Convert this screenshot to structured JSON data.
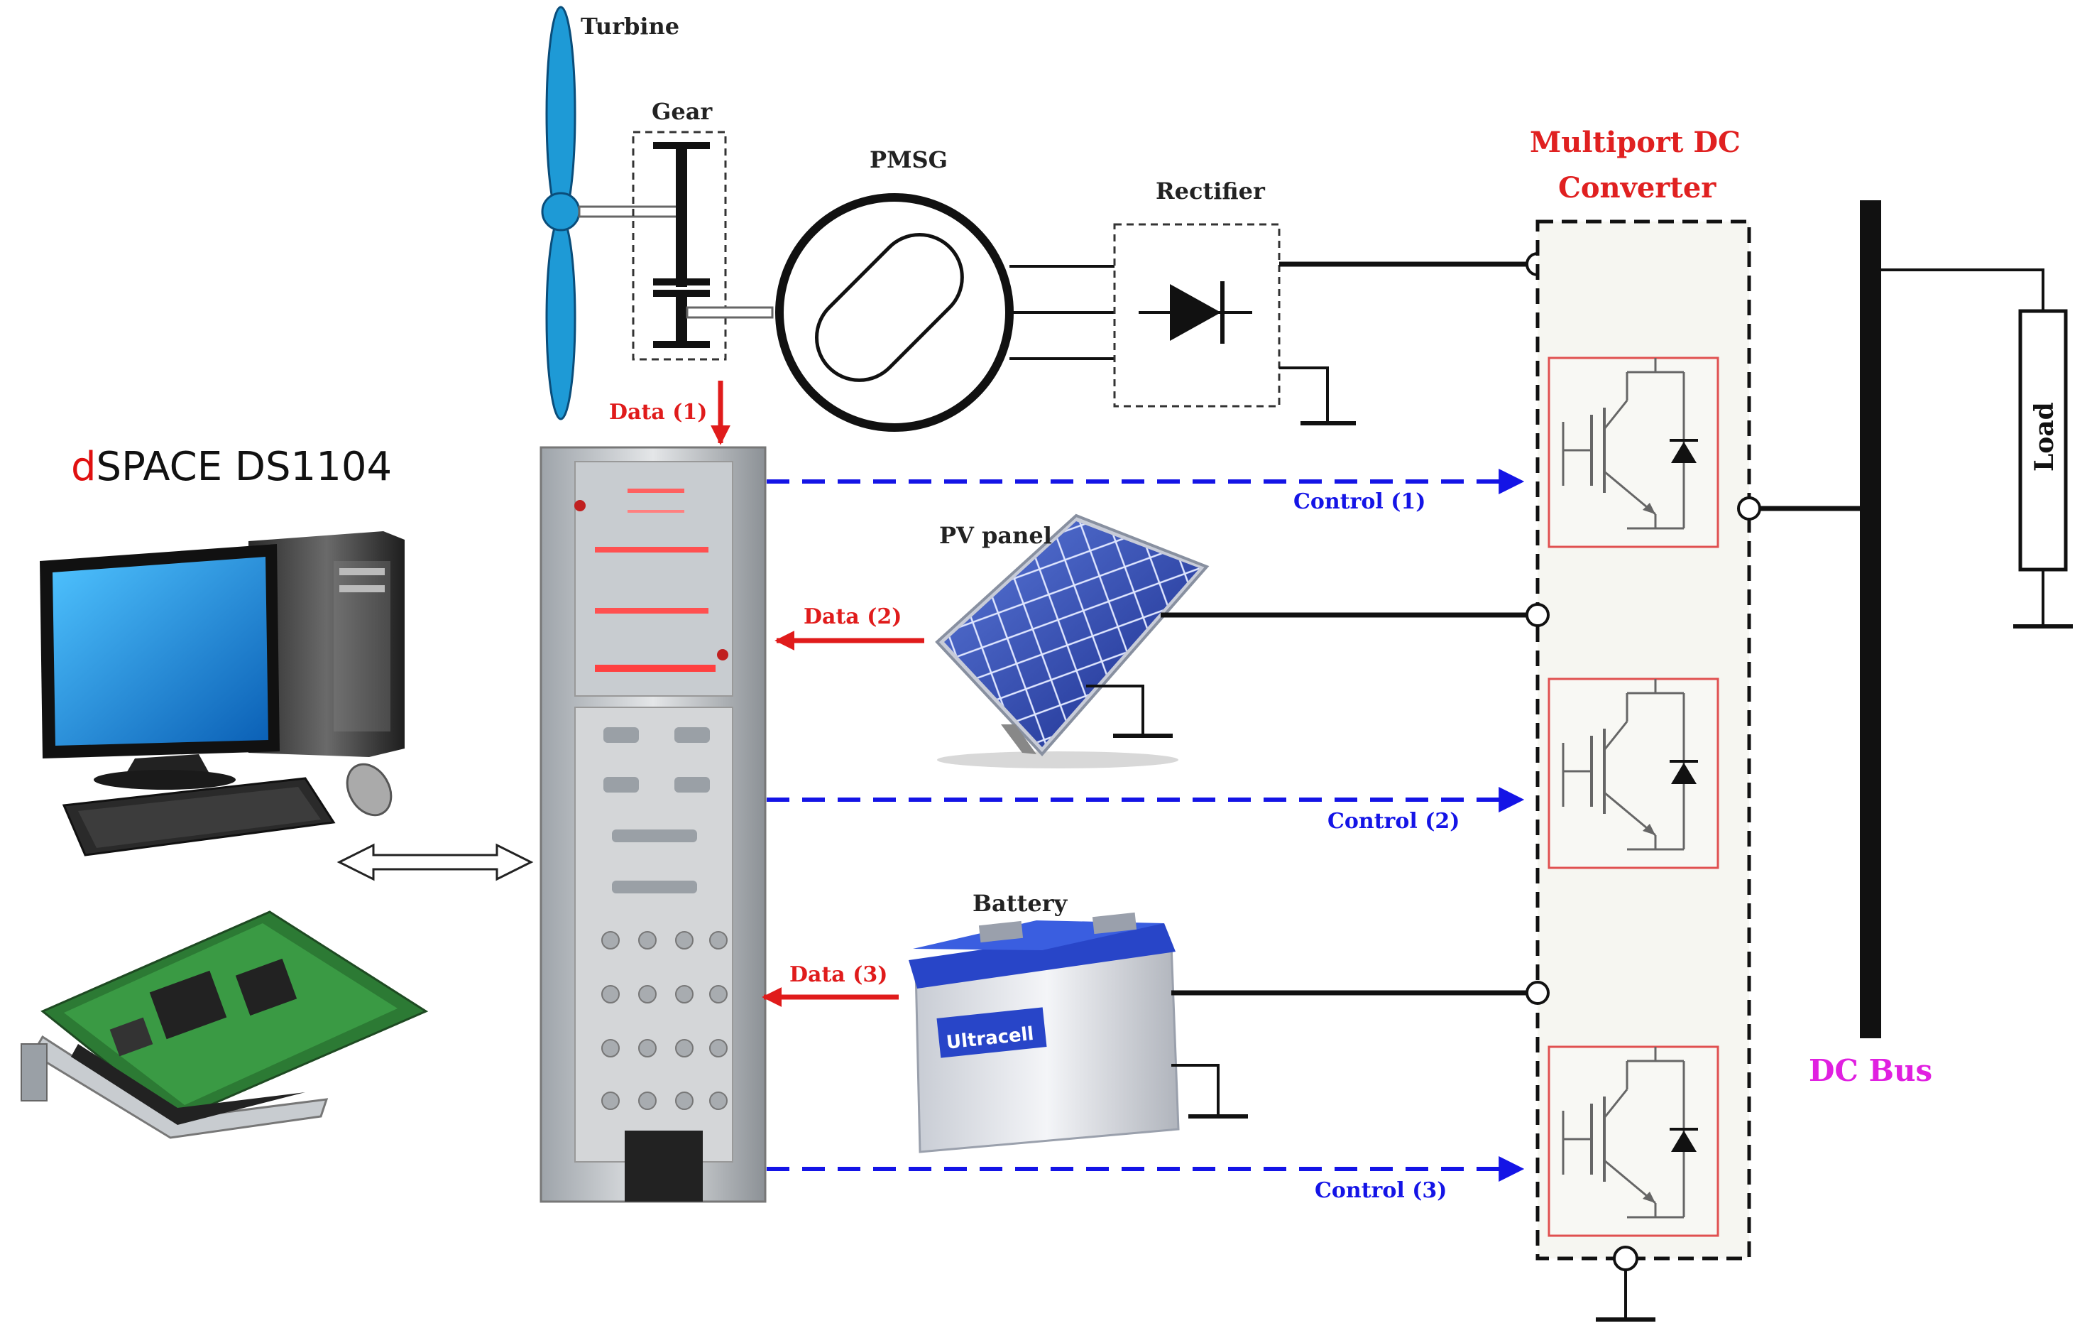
{
  "labels": {
    "turbine": "Turbine",
    "gear": "Gear",
    "pmsg": "PMSG",
    "rectifier": "Rectifier",
    "converter_line1": "Multiport DC",
    "converter_line2": "Converter",
    "pv_panel": "PV panel",
    "battery": "Battery",
    "load": "Load",
    "dc_bus": "DC Bus",
    "dspace_prefix": "d",
    "dspace_rest": "SPACE DS1104",
    "data1": "Data (1)",
    "data2": "Data (2)",
    "data3": "Data (3)",
    "control1": "Control (1)",
    "control2": "Control (2)",
    "control3": "Control (3)",
    "battery_brand": "Ultracell"
  },
  "colors": {
    "data_arrow": "#e01b1b",
    "control_arrow": "#1414e6",
    "converter_title": "#e02020",
    "dc_bus_label": "#e020e0",
    "turbine_blue": "#1e9ad6",
    "igbt_box": "#e05050",
    "dspace_d": "#e01010"
  },
  "icons": [
    "wind-turbine-icon",
    "desktop-computer-icon",
    "keyboard-icon",
    "mouse-icon",
    "pci-card-icon",
    "control-panel-icon",
    "solar-panel-icon",
    "battery-icon",
    "diode-icon",
    "igbt-icon",
    "ground-icon",
    "resistor-icon"
  ]
}
